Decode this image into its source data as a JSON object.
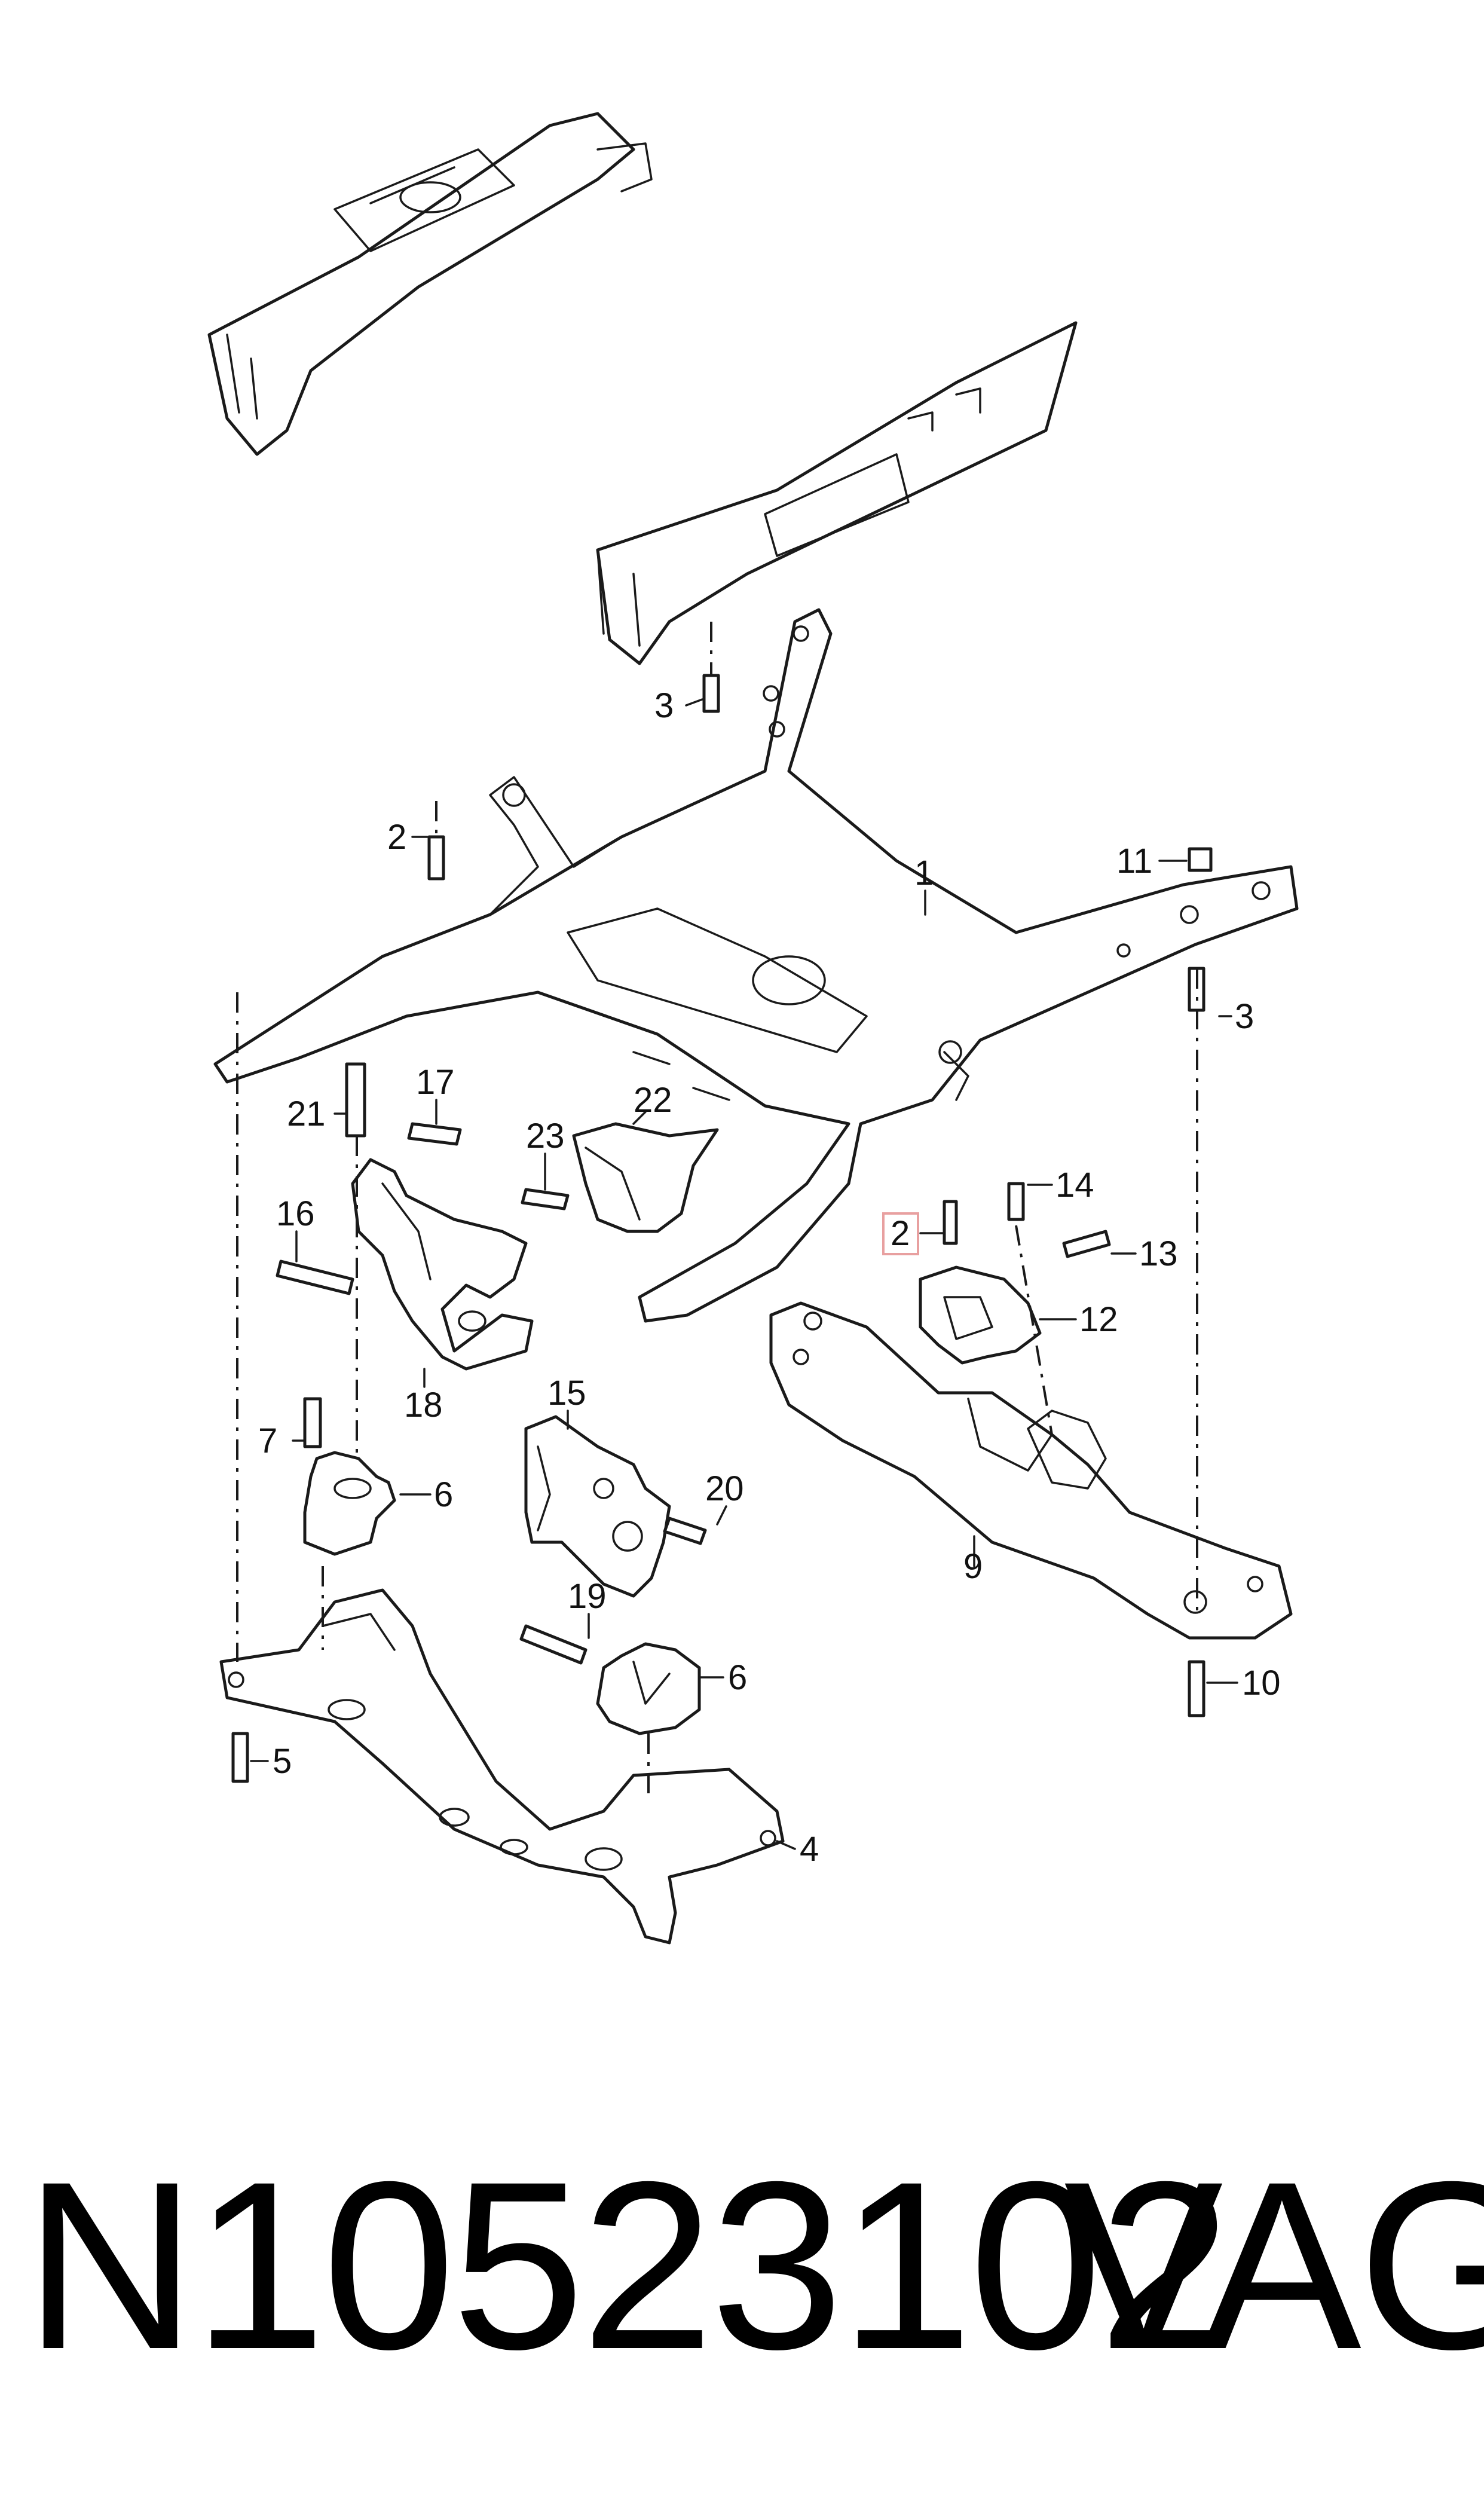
{
  "highlight_color": "#e8a0a0",
  "callouts": [
    {
      "id": "c3a",
      "text": "3"
    },
    {
      "id": "c2a",
      "text": "2"
    },
    {
      "id": "c1",
      "text": "1"
    },
    {
      "id": "c11",
      "text": "11"
    },
    {
      "id": "c3b",
      "text": "3"
    },
    {
      "id": "c21",
      "text": "21"
    },
    {
      "id": "c17",
      "text": "17"
    },
    {
      "id": "c22",
      "text": "22"
    },
    {
      "id": "c23",
      "text": "23"
    },
    {
      "id": "c16",
      "text": "16"
    },
    {
      "id": "c14",
      "text": "14"
    },
    {
      "id": "c2b",
      "text": "2"
    },
    {
      "id": "c13",
      "text": "13"
    },
    {
      "id": "c12",
      "text": "12"
    },
    {
      "id": "c18",
      "text": "18"
    },
    {
      "id": "c15",
      "text": "15"
    },
    {
      "id": "c7",
      "text": "7"
    },
    {
      "id": "c6a",
      "text": "6"
    },
    {
      "id": "c20",
      "text": "20"
    },
    {
      "id": "c9",
      "text": "9"
    },
    {
      "id": "c19",
      "text": "19"
    },
    {
      "id": "c6b",
      "text": "6"
    },
    {
      "id": "c10",
      "text": "10"
    },
    {
      "id": "c5",
      "text": "5"
    },
    {
      "id": "c4",
      "text": "4"
    }
  ],
  "footer": {
    "part_number": "N10523102",
    "brand": "VAG"
  }
}
